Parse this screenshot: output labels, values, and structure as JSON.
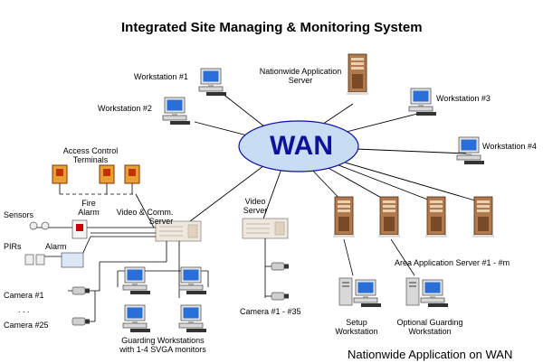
{
  "title": "Integrated Site Managing & Monitoring System",
  "wan_label": "WAN",
  "footer": "Nationwide Application on WAN",
  "labels": {
    "workstation_1": "Workstation #1",
    "workstation_2": "Workstation #2",
    "workstation_3": "Workstation #3",
    "workstation_4": "Workstation #4",
    "nationwide_server": [
      "Nationwide Application",
      "Server"
    ],
    "access_control": [
      "Access Control",
      "Terminals"
    ],
    "fire_alarm": [
      "Fire",
      "Alarm"
    ],
    "sensors": "Sensors",
    "pirs": "PIRs",
    "alarm": "Alarm",
    "video_comm_server": [
      "Video & Comm.",
      "Server"
    ],
    "video_server": [
      "Video",
      "Server"
    ],
    "area_servers": "Area Application Server #1 - #m",
    "camera_1": "Camera #1",
    "camera_dots": ". . .",
    "camera_25": "Camera #25",
    "camera_range": "Camera #1 - #35",
    "guarding_workstations": [
      "Guarding Workstations",
      "with 1-4 SVGA monitors"
    ],
    "setup_workstation": [
      "Setup",
      "Workstation"
    ],
    "optional_guarding": [
      "Optional Guarding",
      "Workstation"
    ]
  },
  "colors": {
    "wan_fill": "#c8dcf4",
    "wan_text": "#10109a",
    "server_body": "#b07a4e",
    "monitor_screen": "#2a6fd8",
    "access_terminal": "#e8a030"
  }
}
